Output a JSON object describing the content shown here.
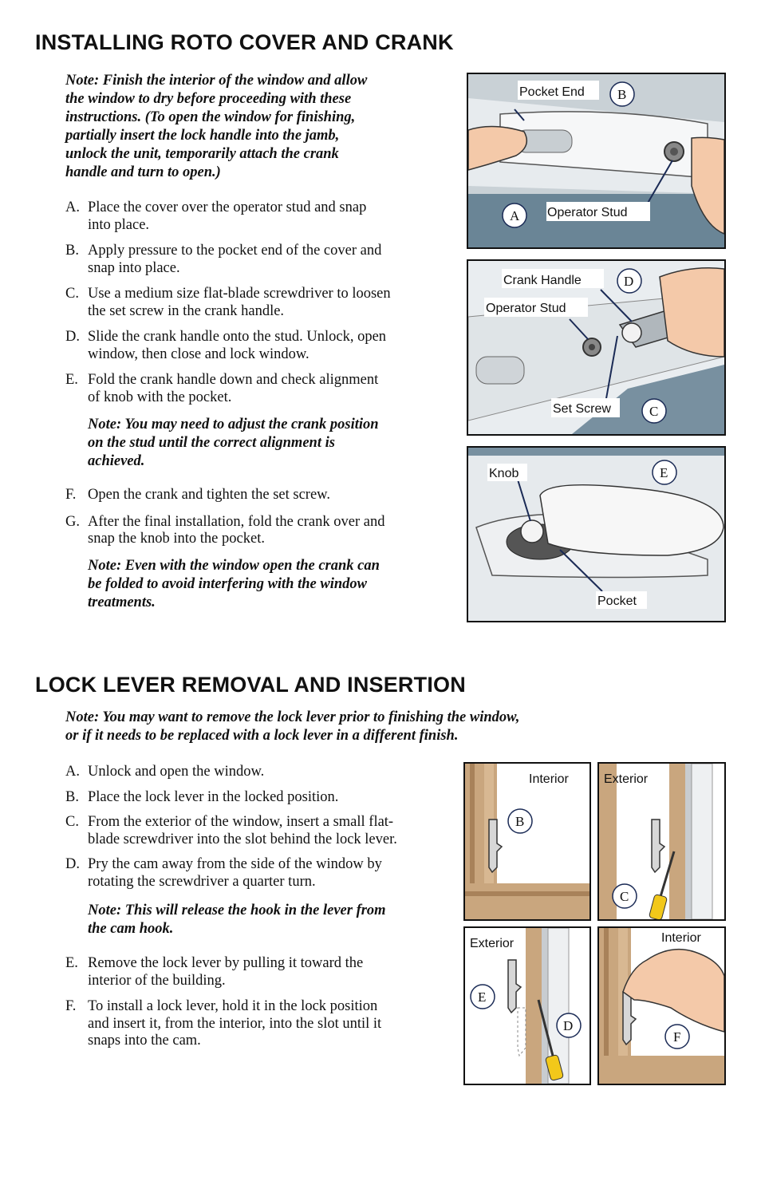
{
  "section1": {
    "title": "INSTALLING ROTO COVER AND CRANK",
    "intro_note": [
      "Note: Finish the interior of the window and allow",
      "the window to dry before proceeding with these",
      "instructions. (To open the window for finishing,",
      "partially insert the lock handle into the jamb,",
      "unlock the unit, temporarily attach the crank",
      "handle and turn to open.)"
    ],
    "steps": [
      {
        "letter": "A.",
        "lines": [
          "Place the cover over the operator stud and snap",
          "into place."
        ]
      },
      {
        "letter": "B.",
        "lines": [
          "Apply pressure to the pocket end of the cover and",
          "snap into place."
        ]
      },
      {
        "letter": "C.",
        "lines": [
          "Use a medium size flat-blade screwdriver to loosen",
          "the set screw in the crank handle."
        ]
      },
      {
        "letter": "D.",
        "lines": [
          "Slide the crank handle onto the stud. Unlock, open",
          "window, then close and lock window."
        ]
      },
      {
        "letter": "E.",
        "lines": [
          "Fold the crank handle down and check alignment",
          "of knob with the pocket."
        ]
      },
      {
        "letter": "F.",
        "lines": [
          "Open the crank and tighten the set screw."
        ]
      },
      {
        "letter": "G.",
        "lines": [
          "After the final installation, fold the crank over and",
          "snap the knob into the pocket."
        ]
      }
    ],
    "note_e": [
      "Note: You may need to adjust the crank position",
      "on the stud until the correct alignment is",
      "achieved."
    ],
    "note_g": [
      "Note: Even with the window open the crank can",
      "be folded to avoid interfering with the window",
      "treatments."
    ],
    "fig1": {
      "pocket_end": "Pocket End",
      "operator_stud": "Operator Stud",
      "a": "A",
      "b": "B"
    },
    "fig2": {
      "crank_handle": "Crank Handle",
      "operator_stud": "Operator Stud",
      "set_screw": "Set Screw",
      "c": "C",
      "d": "D"
    },
    "fig3": {
      "knob": "Knob",
      "pocket": "Pocket",
      "e": "E"
    }
  },
  "section2": {
    "title": "LOCK LEVER REMOVAL AND INSERTION",
    "intro_note": [
      "Note: You may want to remove the lock lever prior to finishing the window,",
      "or if it needs to be replaced with a lock lever in a different finish."
    ],
    "steps": [
      {
        "letter": "A.",
        "lines": [
          "Unlock and open the window."
        ]
      },
      {
        "letter": "B.",
        "lines": [
          "Place the lock lever in the locked position."
        ]
      },
      {
        "letter": "C.",
        "lines": [
          "From the exterior of the window, insert a small flat-",
          "blade screwdriver into the slot behind the lock lever."
        ]
      },
      {
        "letter": "D.",
        "lines": [
          "Pry the cam away from the side of the window by",
          "rotating the screwdriver a quarter turn."
        ]
      },
      {
        "letter": "E.",
        "lines": [
          "Remove the lock lever by pulling it toward the",
          "interior of the building."
        ]
      },
      {
        "letter": "F.",
        "lines": [
          "To install a lock lever, hold it in the lock position",
          "and insert it, from the interior, into the slot until it",
          "snaps into the cam."
        ]
      }
    ],
    "note_d": [
      "Note: This will release the hook in the lever from",
      "the cam hook."
    ],
    "figs": {
      "interior": "Interior",
      "exterior": "Exterior",
      "b": "B",
      "c": "C",
      "d": "D",
      "e": "E",
      "f": "F"
    }
  }
}
